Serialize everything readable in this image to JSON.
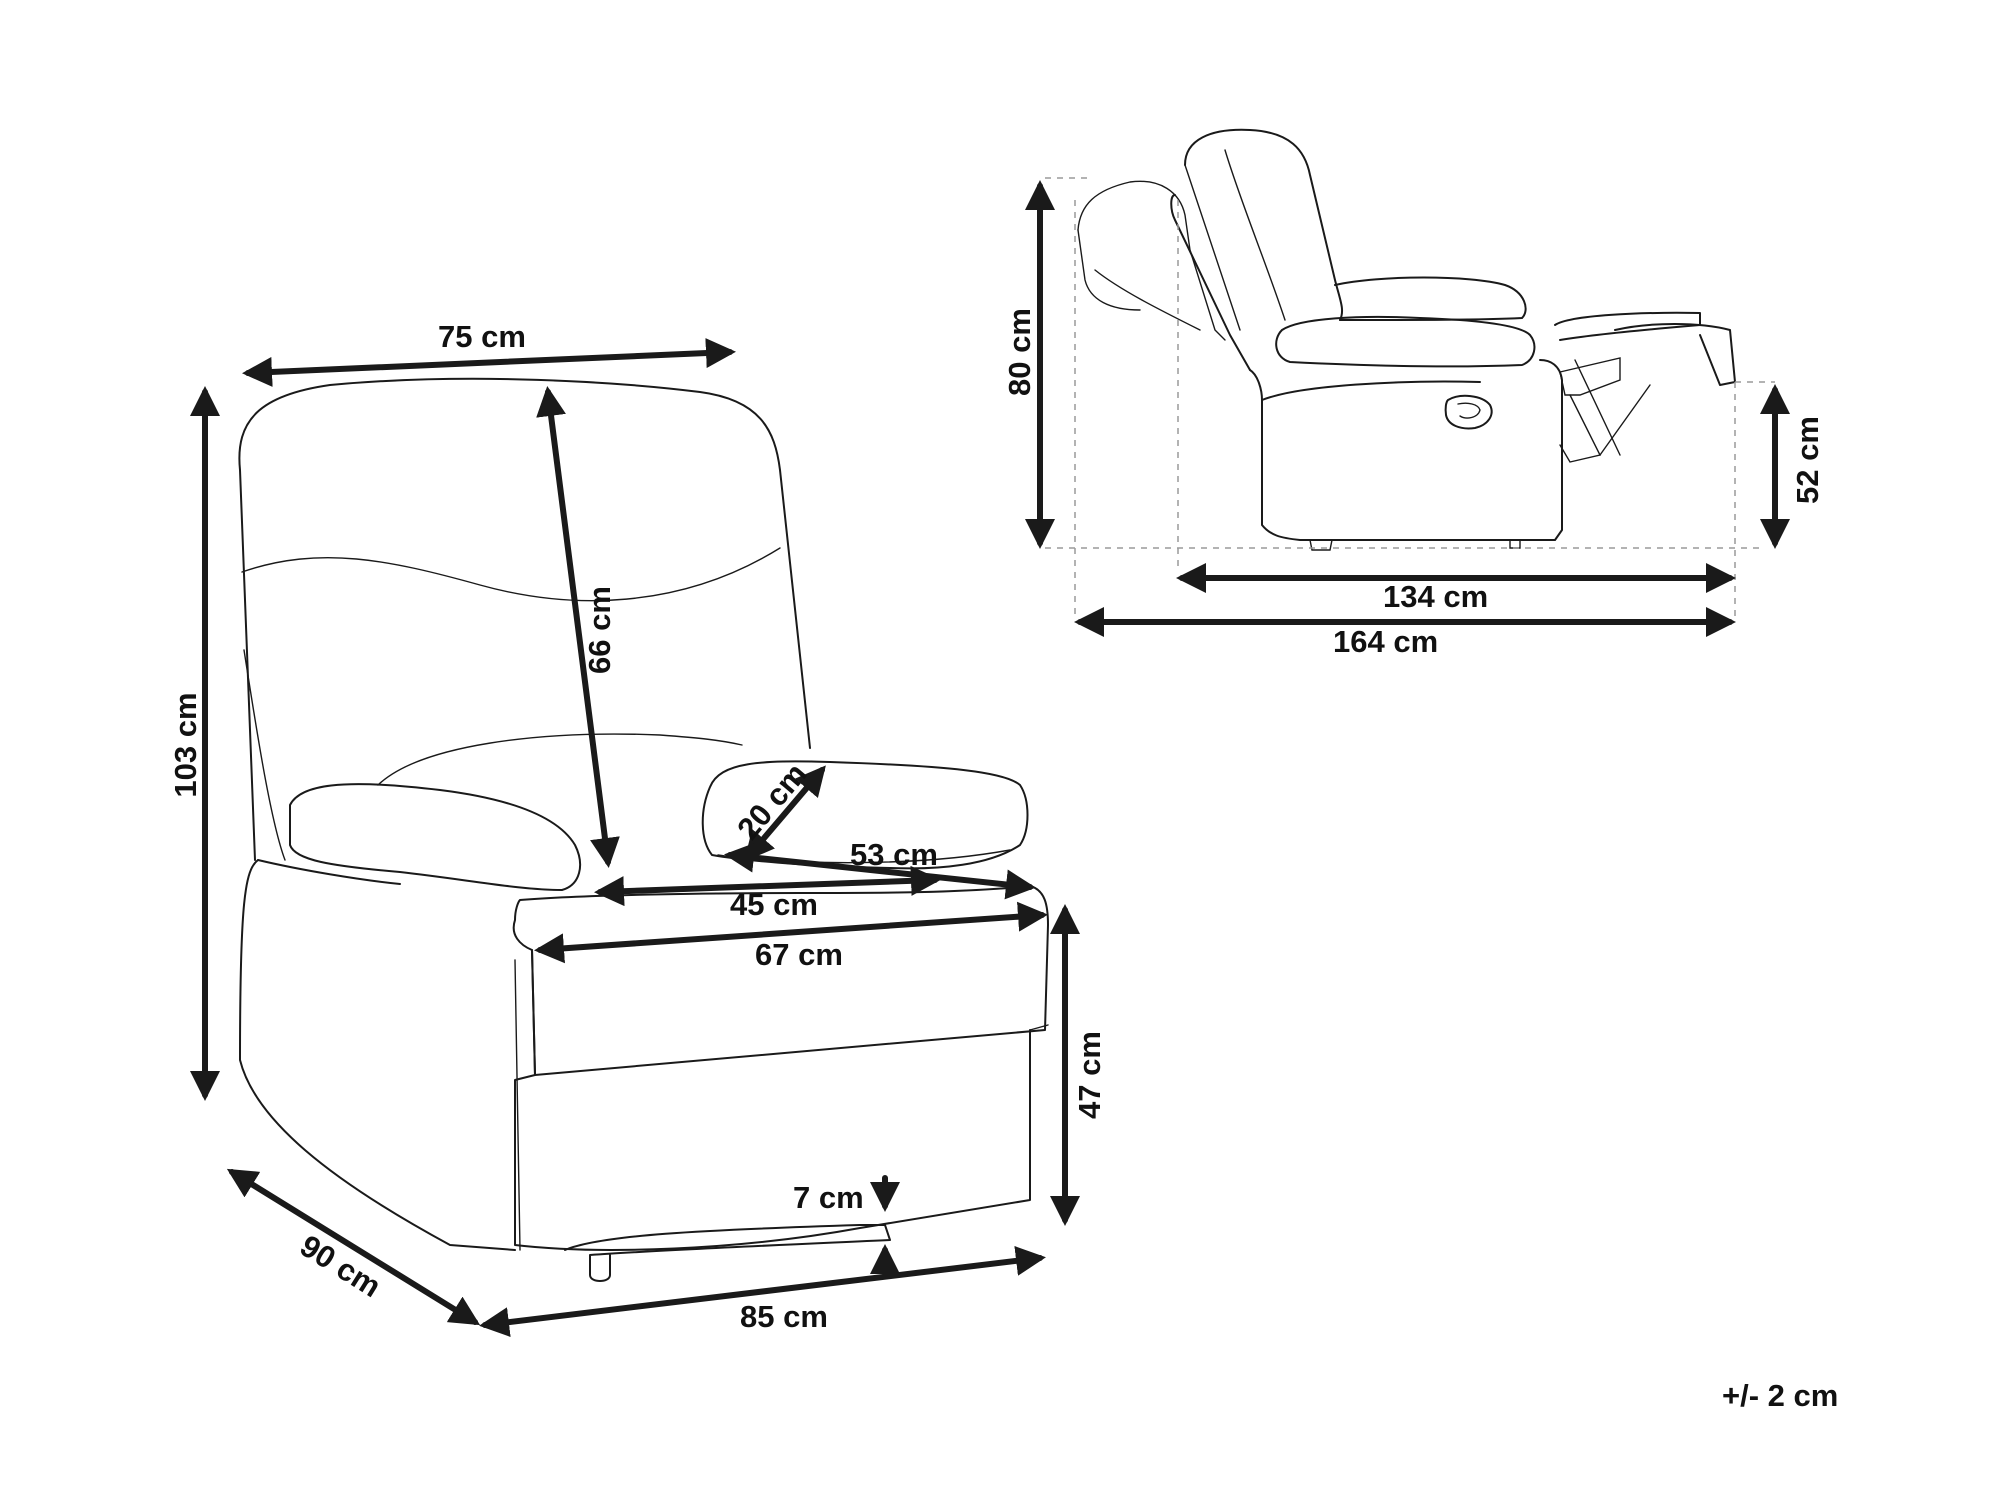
{
  "front_view": {
    "dimensions": [
      {
        "id": "width-top",
        "label": "75 cm"
      },
      {
        "id": "total-height",
        "label": "103 cm"
      },
      {
        "id": "backrest-height",
        "label": "66 cm"
      },
      {
        "id": "armrest-height",
        "label": "20 cm"
      },
      {
        "id": "seat-depth",
        "label": "53 cm"
      },
      {
        "id": "seat-width",
        "label": "45 cm"
      },
      {
        "id": "inner-width",
        "label": "67 cm"
      },
      {
        "id": "seat-height",
        "label": "47 cm"
      },
      {
        "id": "ground-clearance",
        "label": "7 cm"
      },
      {
        "id": "depth",
        "label": "90 cm"
      },
      {
        "id": "total-width",
        "label": "85 cm"
      }
    ]
  },
  "side_view": {
    "dimensions": [
      {
        "id": "reclined-height",
        "label": "80 cm"
      },
      {
        "id": "footrest-height",
        "label": "52 cm"
      },
      {
        "id": "length-upright",
        "label": "134 cm"
      },
      {
        "id": "length-reclined",
        "label": "164 cm"
      }
    ]
  },
  "tolerance": "+/- 2 cm"
}
